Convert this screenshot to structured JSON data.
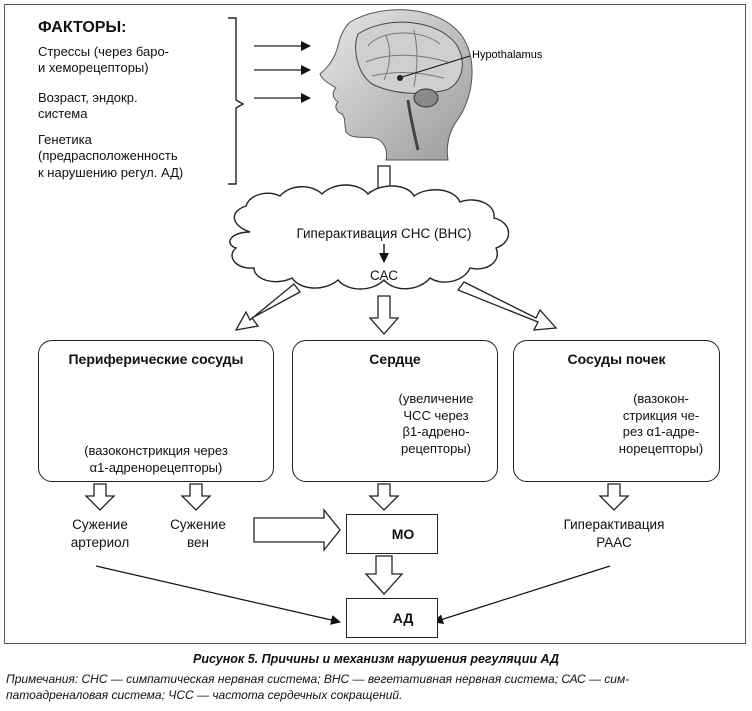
{
  "factors": {
    "title": "ФАКТОРЫ:",
    "items": [
      "Стрессы (через баро-\nи хеморецепторы)",
      "Возраст, эндокр.\nсистема",
      "Генетика\n(предрасположенность\nк нарушению регул. АД)"
    ]
  },
  "brain_label": "Hypothalamus",
  "cloud": {
    "line1": "Гиперактивация СНС (ВНС)",
    "line2": "САС"
  },
  "boxes": {
    "vessels": {
      "title": "Периферические сосуды",
      "text": "(вазоконстрикция через\nα1-адренорецепторы)"
    },
    "heart": {
      "title": "Сердце",
      "text": "(увеличение\nЧСС через\nβ1-адрено-\nрецепторы)"
    },
    "kidney": {
      "title": "Сосуды почек",
      "text": "(вазокон-\nстрикция че-\nрез α1-адре-\nнорецепторы)"
    }
  },
  "outcomes": {
    "arterioles": "Сужение\nартериол",
    "veins": "Сужение\nвен",
    "mo": "МО",
    "raas": "Гиперактивация\nРААС",
    "ad": "АД"
  },
  "caption": "Рисунок 5. Причины и механизм нарушения регуляции АД",
  "notes": "Примечания: СНС — симпатическая нервная система; ВНС — вегетативная нервная система; САС — сим-\nпатоадреналовая система; ЧСС — частота сердечных сокращений."
}
